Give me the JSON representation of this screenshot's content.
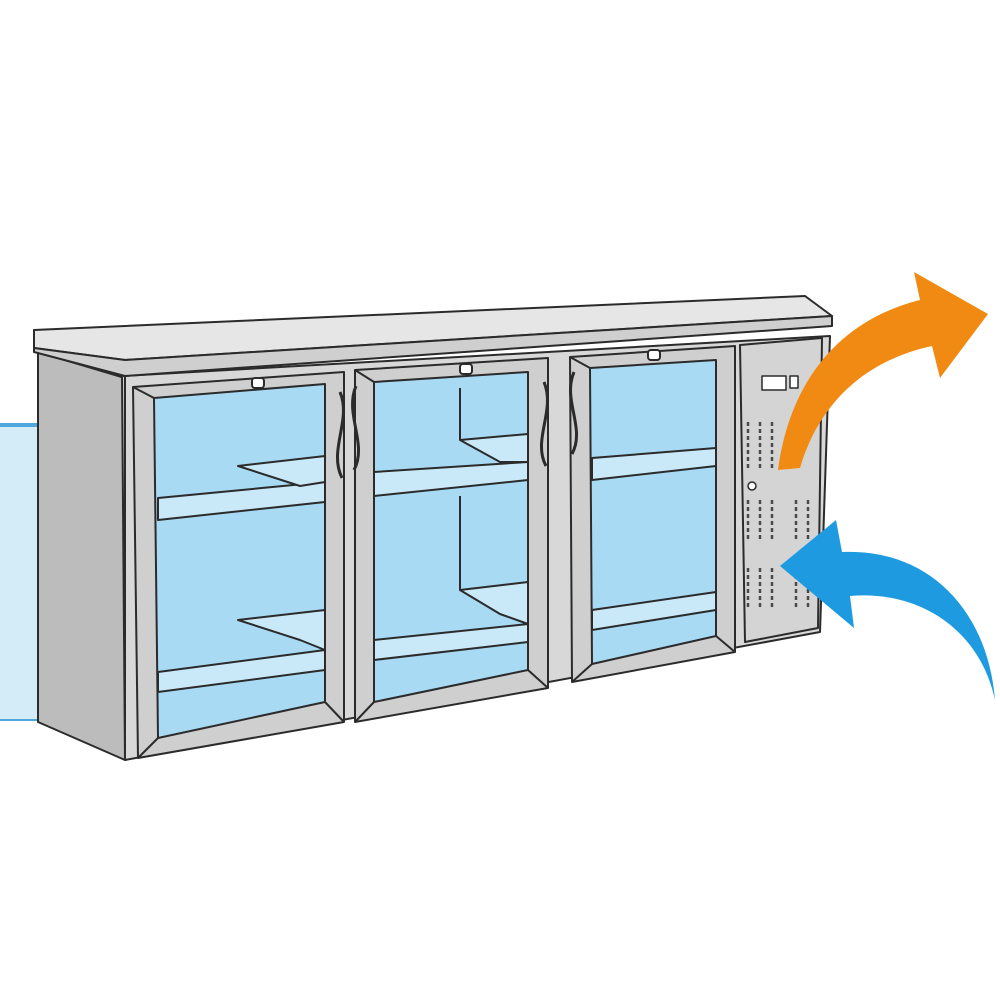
{
  "diagram": {
    "subject": "three-door-back-bar-cooler",
    "door_count": 3,
    "colors": {
      "background": "#ffffff",
      "cabinet_body": "#d8d8d8",
      "cabinet_side": "#bcbcbc",
      "countertop": "#e6e6e6",
      "outline": "#2b2b2b",
      "glass": "#a8daf4",
      "shelf": "#c9e9f8",
      "frame": "#cfcfcf",
      "grille": "#4a4a4a",
      "hot_air_arrow": "#f18a13",
      "cold_air_arrow": "#1e9be0",
      "left_panel": "#d3ecf8",
      "left_panel_edge": "#4ea7dd"
    },
    "arrows": [
      {
        "name": "hot-air-exhaust",
        "direction": "out",
        "color": "#f18a13"
      },
      {
        "name": "cold-air-intake",
        "direction": "in",
        "color": "#1e9be0"
      }
    ],
    "icons": [
      "door-handle-icon",
      "control-panel-icon",
      "ventilation-grille-icon"
    ]
  }
}
